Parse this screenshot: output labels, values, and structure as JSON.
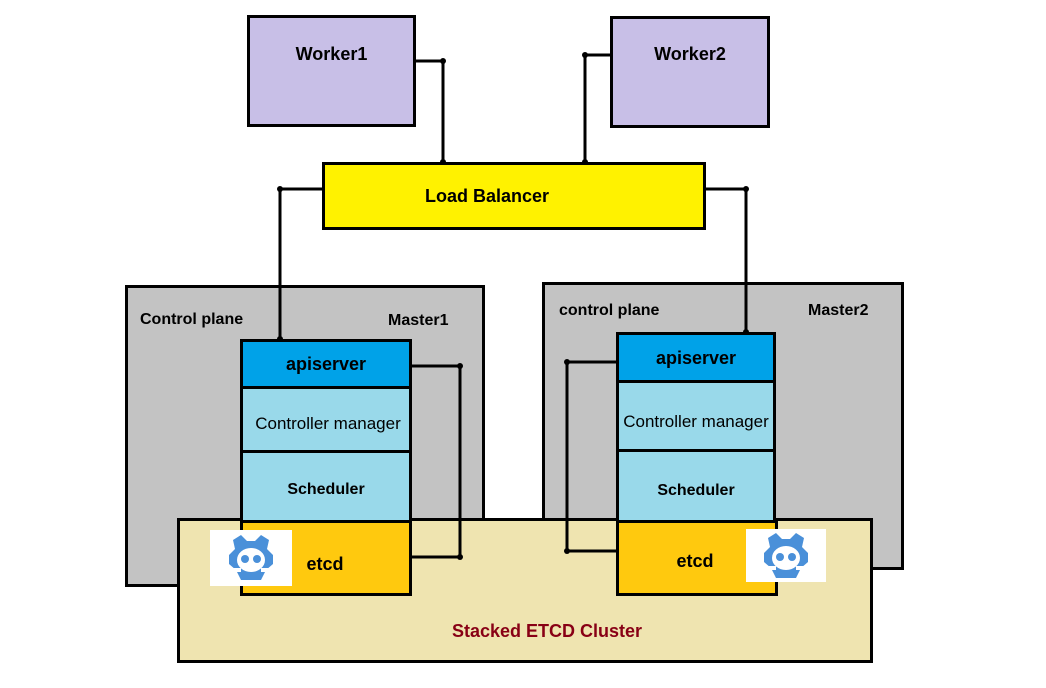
{
  "workers": [
    {
      "label": "Worker1"
    },
    {
      "label": "Worker2"
    }
  ],
  "load_balancer": {
    "label": "Load Balancer"
  },
  "masters": [
    {
      "plane_label": "Control plane",
      "name": "Master1",
      "components": {
        "apiserver": "apiserver",
        "controller_manager": "Controller manager",
        "scheduler": "Scheduler",
        "etcd": "etcd"
      }
    },
    {
      "plane_label": "control plane",
      "name": "Master2",
      "components": {
        "apiserver": "apiserver",
        "controller_manager": "Controller manager",
        "scheduler": "Scheduler",
        "etcd": "etcd"
      }
    }
  ],
  "etcd_cluster": {
    "label": "Stacked ETCD Cluster"
  },
  "colors": {
    "worker_fill": "#c8bfe7",
    "load_balancer_fill": "#fff200",
    "control_plane_fill": "#c3c3c3",
    "apiserver_fill": "#00a2e8",
    "component_fill": "#99d9ea",
    "etcd_fill": "#ffc90e",
    "cluster_fill": "#efe4b0",
    "cluster_text": "#880015",
    "etcd_logo": "#4a90d9"
  },
  "icons": [
    "etcd-logo-icon"
  ]
}
